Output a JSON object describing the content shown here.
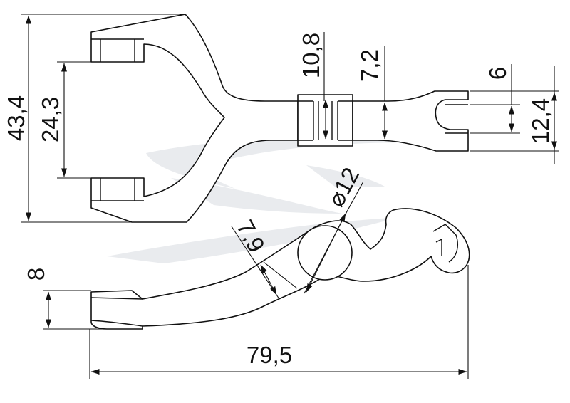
{
  "colors": {
    "line": "#111111",
    "watermark": "#e9ebee",
    "background": "#ffffff"
  },
  "watermark_icon": "stylized-lightning-swoosh-logo",
  "dimensions": {
    "overall_height": "43,4",
    "jaw_spacing": "24,3",
    "hinge_width": "10,8",
    "hinge_slot": "7,2",
    "tip_slot": "6",
    "tip_height": "12,4",
    "pivot_diameter": "⌀12",
    "lever_width": "7,9",
    "lever_height": "8",
    "overall_length": "79,5"
  }
}
